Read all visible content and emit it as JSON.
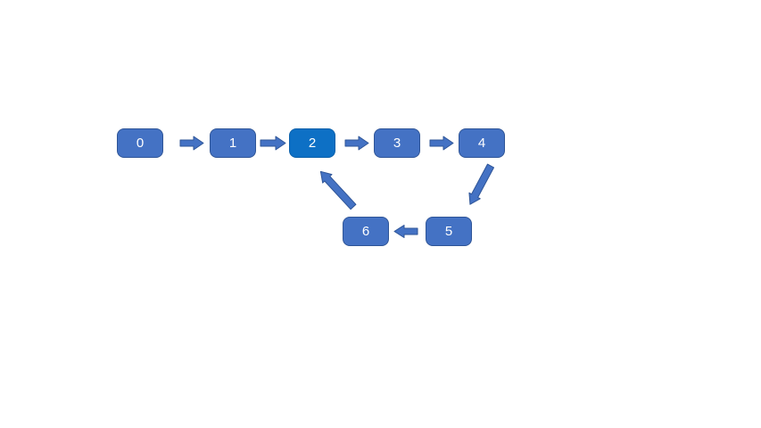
{
  "diagram": {
    "description": "Linked list with cycle: 0 to 1 to 2 to 3 to 4 to 5 to 6, then 6 points back to 2",
    "colors": {
      "background": "#ffffff",
      "node_fill": "#4472c4",
      "node_border": "#2f5597",
      "highlight_fill": "#0d70c5",
      "highlight_border": "#0b60aa",
      "arrow_fill": "#4472c4",
      "arrow_border": "#2f5597",
      "label_text": "#ffffff"
    },
    "nodes": [
      {
        "id": 0,
        "label": "0",
        "highlighted": false
      },
      {
        "id": 1,
        "label": "1",
        "highlighted": false
      },
      {
        "id": 2,
        "label": "2",
        "highlighted": true
      },
      {
        "id": 3,
        "label": "3",
        "highlighted": false
      },
      {
        "id": 4,
        "label": "4",
        "highlighted": false
      },
      {
        "id": 5,
        "label": "5",
        "highlighted": false
      },
      {
        "id": 6,
        "label": "6",
        "highlighted": false
      }
    ],
    "edges": [
      {
        "from": "0",
        "to": "1",
        "direction": "right"
      },
      {
        "from": "1",
        "to": "2",
        "direction": "right"
      },
      {
        "from": "2",
        "to": "3",
        "direction": "right"
      },
      {
        "from": "3",
        "to": "4",
        "direction": "right"
      },
      {
        "from": "4",
        "to": "5",
        "direction": "down-left"
      },
      {
        "from": "5",
        "to": "6",
        "direction": "left"
      },
      {
        "from": "6",
        "to": "2",
        "direction": "up-left"
      }
    ]
  }
}
